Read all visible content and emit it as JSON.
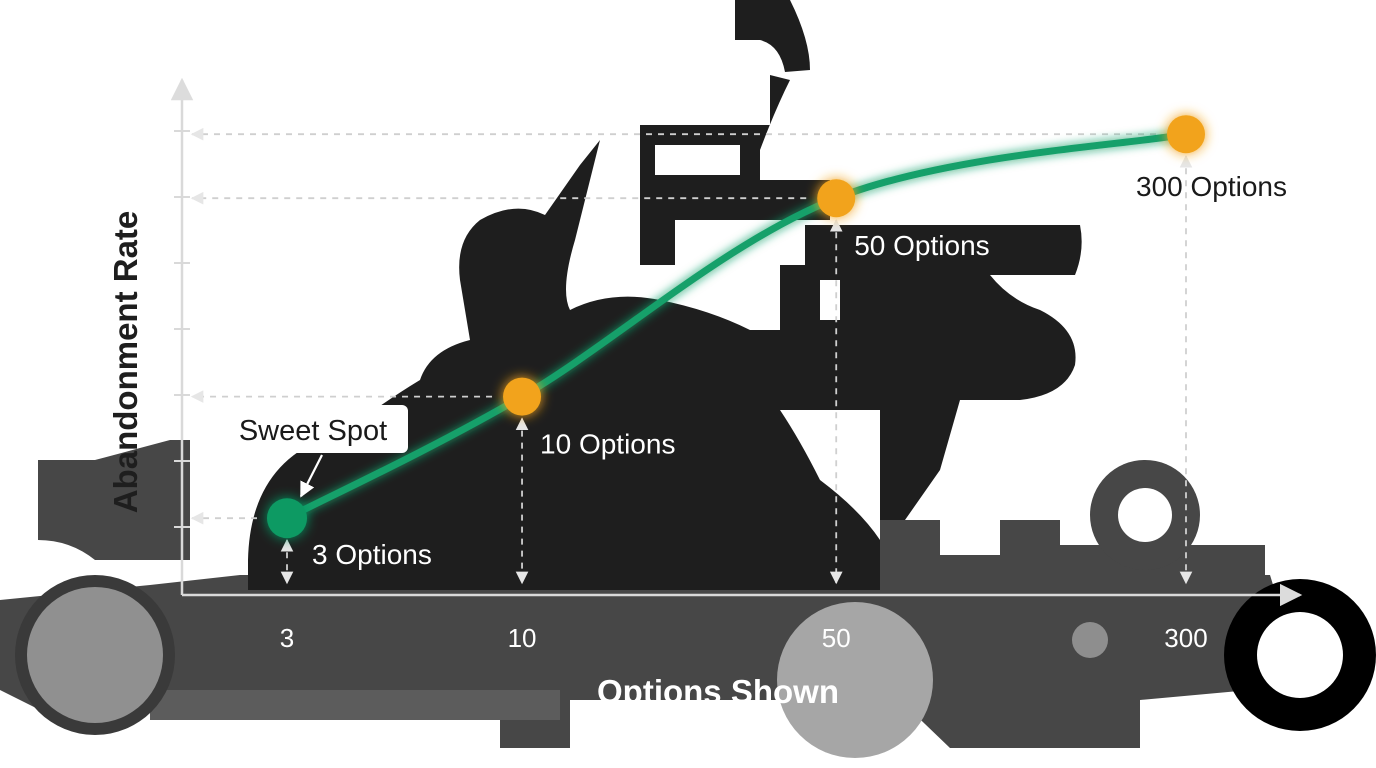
{
  "chart_data": {
    "type": "line",
    "xlabel": "Options Shown",
    "ylabel": "Abandonment Rate",
    "x_scale": "log",
    "x": [
      3,
      10,
      50,
      300
    ],
    "tick_labels": [
      "3",
      "10",
      "50",
      "300"
    ],
    "point_labels": [
      "3 Options",
      "10 Options",
      "50 Options",
      "300 Options"
    ],
    "y_relative": [
      0.12,
      0.31,
      0.62,
      0.72
    ],
    "annotation": "Sweet Spot",
    "highlight_index": 0,
    "grid": false,
    "legend": "none"
  },
  "colors": {
    "curve": "#12a06a",
    "point": "#f2a31b",
    "highlight_point": "#0f9a64",
    "axis": "#d9d9d9",
    "guide": "#cfcfcf"
  }
}
